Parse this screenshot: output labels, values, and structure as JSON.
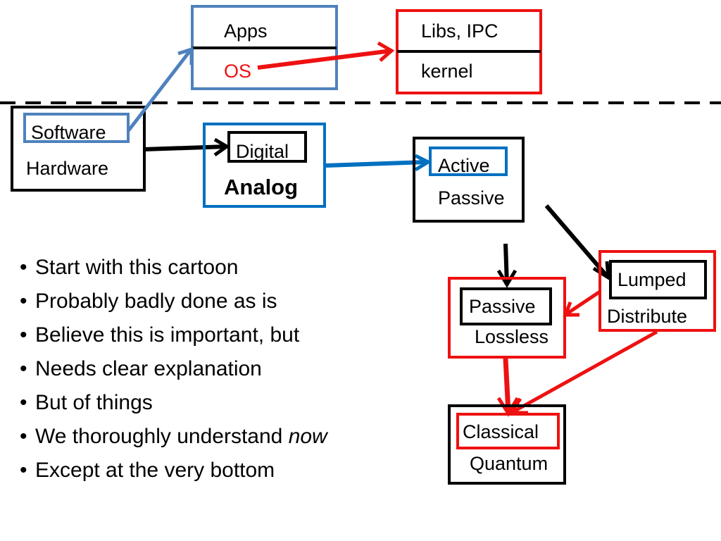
{
  "colors": {
    "black": "#000000",
    "blue": "#4f81bd",
    "strong_blue": "#0070c0",
    "red": "#ee1111"
  },
  "top_boxes": {
    "apps": "Apps",
    "os": "OS",
    "libs_ipc": "Libs, IPC",
    "kernel": "kernel"
  },
  "boxes": {
    "software": "Software",
    "hardware": "Hardware",
    "digital": "Digital",
    "analog": "Analog",
    "active": "Active",
    "passive_1": "Passive",
    "passive_2": "Passive",
    "lossless": "Lossless",
    "lumped": "Lumped",
    "distribute": "Distribute",
    "classical": "Classical",
    "quantum": "Quantum"
  },
  "bullets": {
    "bullet_char": "•",
    "b1": "Start with this cartoon",
    "b2": "Probably badly done as is",
    "b3": "Believe this is important, but",
    "b4": "Needs clear explanation",
    "b5": "But of things",
    "b6_prefix": "We thoroughly understand ",
    "b6_emph": "now",
    "b7": "Except at the very bottom"
  }
}
